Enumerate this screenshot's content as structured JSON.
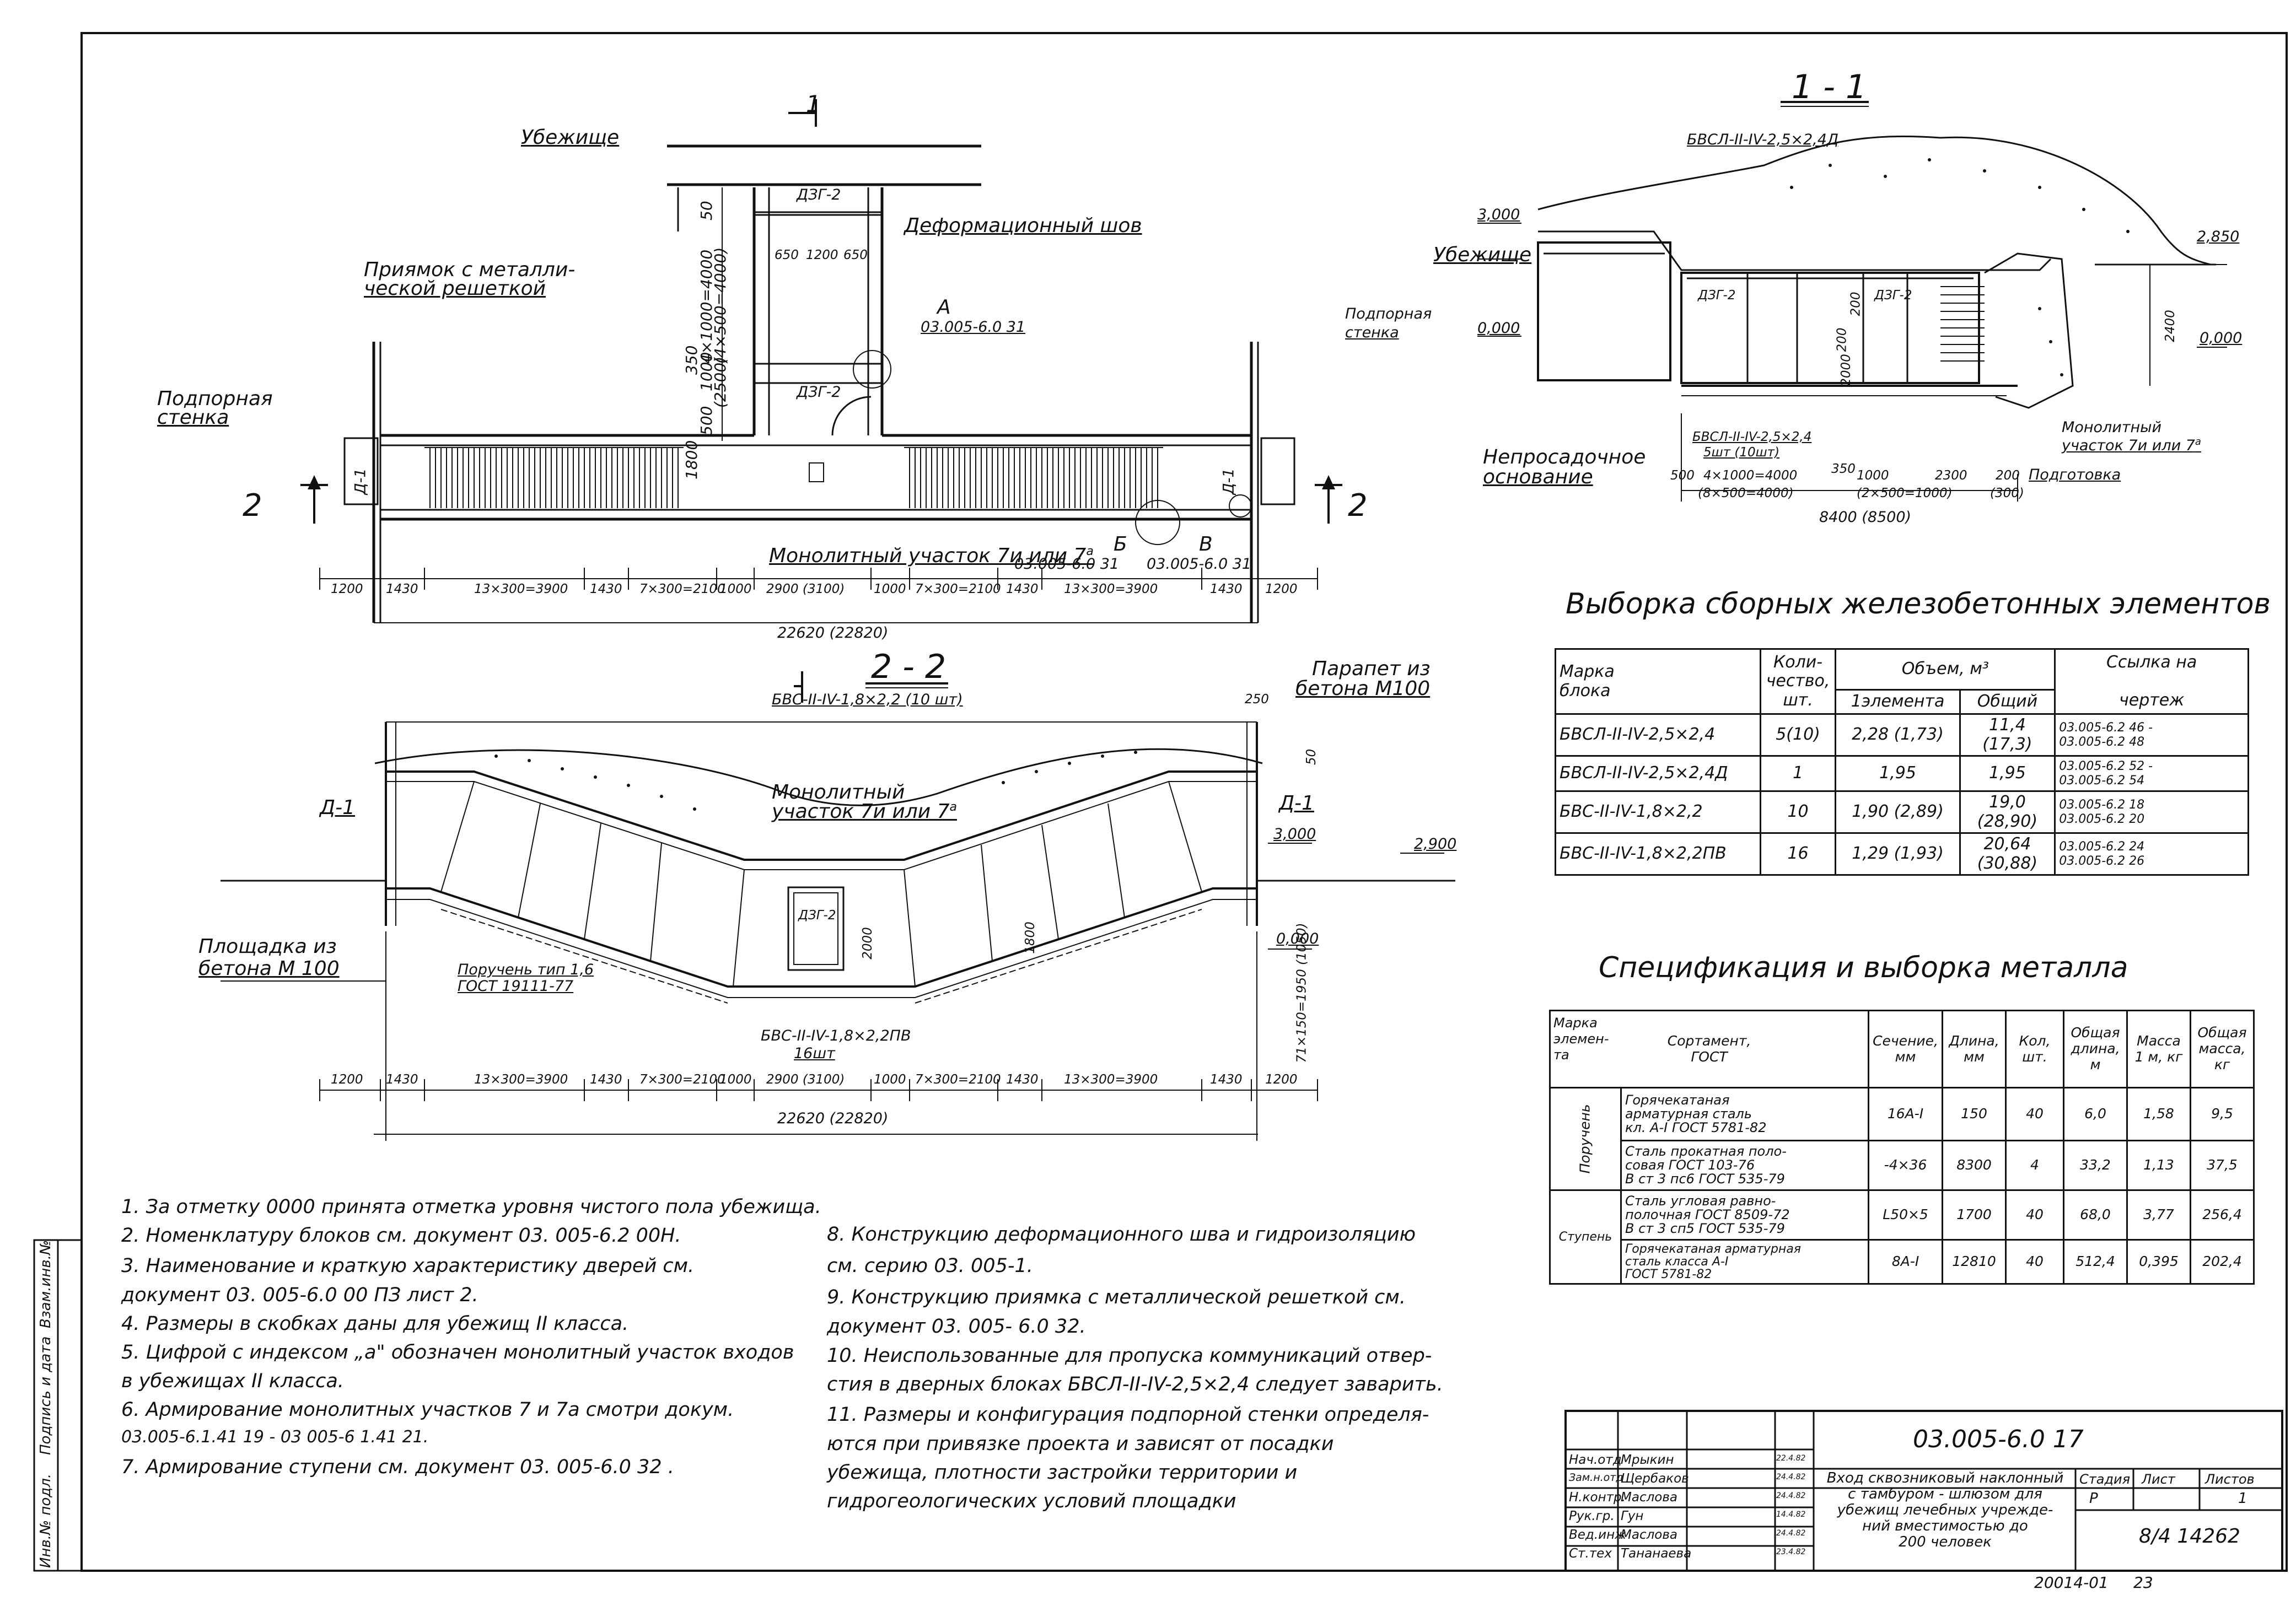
{
  "plan": {
    "section_mark": "1",
    "shelter": "Убежище",
    "pit_label_1": "Приямок с металли-",
    "pit_label_2": "ческой решеткой",
    "retaining_left_1": "Подпорная",
    "retaining_left_2": "стенка",
    "retaining_right_1": "Подпорная",
    "retaining_right_2": "стенка",
    "deform_joint": "Деформационный шов",
    "callout_a_letter": "А",
    "callout_a_ref": "03.005-6.0 31",
    "door_1": "ДЗГ-2",
    "door_2": "ДЗГ-2",
    "d1_left": "Д-1",
    "d1_right": "Д-1",
    "monolith": "Монолитный участок 7и или 7",
    "monolith_sup": "а",
    "callout_b_letter": "Б",
    "callout_b_ref": "03.005-6.0 31",
    "callout_v_letter": "В",
    "callout_v_ref": "03.005-6.0 31",
    "cut_left": "2",
    "cut_right": "2",
    "dim_vert_1": "4×1000=4000",
    "dim_vert_2": "(4×500=4000)",
    "dim_vert_50": "50",
    "dim_vert_350": "350",
    "dim_vert_1000": "1000",
    "dim_vert_2500": "(2500)",
    "dim_vert_500": "500",
    "dim_vert_1800": "1800",
    "dim_650": "650",
    "dim_1200": "1200",
    "dim_650b": "650",
    "dims": [
      "1200",
      "1430",
      "13×300=3900",
      "1430",
      "7×300=2100",
      "1000",
      "2900 (3100)",
      "1000",
      "7×300=2100",
      "1430",
      "13×300=3900",
      "1430",
      "1200"
    ],
    "total": "22620 (22820)"
  },
  "section11": {
    "title": "1 - 1",
    "block_top": "БВСЛ-II-IV-2,5×2,4Д",
    "lvl_3000": "3,000",
    "shelter": "Убежище",
    "lvl_0000": "0,000",
    "lvl_2850": "2,850",
    "lvl_0000r": "0,000",
    "dim_2400": "2400",
    "door_1": "ДЗГ-2",
    "door_2": "ДЗГ-2",
    "dim_200": "200",
    "dim_2000": "2000",
    "dim_200b": "200",
    "block_bottom_1": "БВСЛ-II-IV-2,5×2,4",
    "block_bottom_2": "5шт (10шт)",
    "nonsettle_1": "Непросадочное",
    "nonsettle_2": "основание",
    "monolith_1": "Монолитный",
    "monolith_2": "участок 7и или 7",
    "monolith_sup": "а",
    "prep": "Подготовка",
    "dim_500": "500",
    "dim_4x1000": "4×1000=4000",
    "dim_8x500": "(8×500=4000)",
    "dim_350": "350",
    "dim_1000": "1000",
    "dim_2x500": "(2×500=1000)",
    "dim_2300": "2300",
    "dim_200c": "200",
    "dim_300": "(300)",
    "total": "8400 (8500)"
  },
  "section22": {
    "title": "2 - 2",
    "block_top": "БВС-II-IV-1,8×2,2 (10 шт)",
    "parapet_1": "Парапет из",
    "parapet_2": "бетона М100",
    "dim_250": "250",
    "dim_50": "50",
    "monolith_1": "Монолитный",
    "monolith_2": "участок 7и или 7",
    "monolith_sup": "а",
    "d1_left": "Д-1",
    "d1_right": "Д-1",
    "lvl_3000": "3,000",
    "lvl_2900": "2,900",
    "lvl_0000": "0,000",
    "platform_1": "Площадка из",
    "platform_2": "бетона М 100",
    "handrail_1": "Поручень тип 1,6",
    "handrail_2": "ГОСТ 19111-77",
    "door": "ДЗГ-2",
    "dim_2000": "2000",
    "dim_1800": "1800",
    "dim_right_v": "71×150=1950 (1050)",
    "block_bottom_1": "БВС-II-IV-1,8×2,2ПВ",
    "block_bottom_2": "16шт",
    "dims": [
      "1200",
      "1430",
      "13×300=3900",
      "1430",
      "7×300=2100",
      "1000",
      "2900 (3100)",
      "1000",
      "7×300=2100",
      "1430",
      "13×300=3900",
      "1430",
      "1200"
    ],
    "total": "22620 (22820)"
  },
  "table1": {
    "title": "Выборка   сборных   железобетонных   элементов",
    "headers": {
      "mark_1": "Марка",
      "mark_2": "блока",
      "qty_1": "Коли-",
      "qty_2": "чество,",
      "qty_3": "шт.",
      "volume": "Объем, м³",
      "vol_one": "1элемента",
      "vol_total": "Общий",
      "ref_1": "Ссылка  на",
      "ref_2": "чертеж"
    },
    "rows": [
      {
        "mark": "БВСЛ-II-IV-2,5×2,4",
        "qty": "5(10)",
        "one": "2,28 (1,73)",
        "total": "11,4 (17,3)",
        "ref1": "03.005-6.2  46 -",
        "ref2": "03.005-6.2  48"
      },
      {
        "mark": "БВСЛ-II-IV-2,5×2,4Д",
        "qty": "1",
        "one": "1,95",
        "total": "1,95",
        "ref1": "03.005-6.2  52 -",
        "ref2": "03.005-6.2  54"
      },
      {
        "mark": "БВС-II-IV-1,8×2,2",
        "qty": "10",
        "one": "1,90 (2,89)",
        "total": "19,0 (28,90)",
        "ref1": "03.005-6.2  18",
        "ref2": "03.005-6.2  20"
      },
      {
        "mark": "БВС-II-IV-1,8×2,2ПВ",
        "qty": "16",
        "one": "1,29 (1,93)",
        "total": "20,64 (30,88)",
        "ref1": "03.005-6.2  24",
        "ref2": "03.005-6.2  26"
      }
    ]
  },
  "table2": {
    "title": "Спецификация   и   выборка   металла",
    "headers": {
      "mark": "Марка элемен- та",
      "assort_1": "Сортамент,",
      "assort_2": "ГОСТ",
      "section": "Сечение, мм",
      "length": "Длина, мм",
      "qty": "Кол, шт.",
      "totlen": "Общая длина, м",
      "mass1": "Масса 1 м, кг",
      "masst": "Общая масса, кг"
    },
    "group1": "Поручень",
    "group2": "Ступень",
    "rows": [
      {
        "assort1": "Горячекатаная",
        "assort2": "арматурная  сталь",
        "assort3": "кл. А-I  ГОСТ 5781-82",
        "section": "16А-I",
        "length": "150",
        "qty": "40",
        "totlen": "6,0",
        "mass1": "1,58",
        "masst": "9,5"
      },
      {
        "assort1": "Сталь прокатная поло-",
        "assort2": "совая  ГОСТ 103-76",
        "assort3": "В ст 3 пс6  ГОСТ 535-79",
        "section": "-4×36",
        "length": "8300",
        "qty": "4",
        "totlen": "33,2",
        "mass1": "1,13",
        "masst": "37,5"
      },
      {
        "assort1": "Сталь угловая равно-",
        "assort2": "полочная ГОСТ 8509-72",
        "assort3": "В ст 3 сп5  ГОСТ 535-79",
        "section": "L50×5",
        "length": "1700",
        "qty": "40",
        "totlen": "68,0",
        "mass1": "3,77",
        "masst": "256,4"
      },
      {
        "assort1": "Горячекатаная арматурная",
        "assort2": "сталь  класса А-I",
        "assort3": "ГОСТ 5781-82",
        "section": "8А-I",
        "length": "12810",
        "qty": "40",
        "totlen": "512,4",
        "mass1": "0,395",
        "masst": "202,4"
      }
    ]
  },
  "notes_left": [
    "1.  За отметку 0000 принята  отметка уровня чистого пола убежища.",
    "2.  Номенклатуру           блоков  см.  документ   03. 005-6.2  00Н.",
    "3.  Наименование и краткую характеристику дверей  см.",
    "      документ       03. 005-6.0   00  ПЗ  лист 2.",
    "4.  Размеры  в скобках  даны  для  убежищ  II класса.",
    "5.  Цифрой  с индексом „а\"  обозначен  монолитный  участок  входов",
    "      в  убежищах  II  класса.",
    "6.  Армирование  монолитных  участков  7 и 7а  смотри  докум.",
    "      03.005-6.1.41 19 - 03 005-6 1.41  21.",
    "7.  Армирование  ступени  см.  документ     03. 005-6.0  32 ."
  ],
  "notes_right": [
    "8.  Конструкцию  деформационного  шва  и  гидроизоляцию",
    "      см.  серию  03. 005-1.",
    "9.  Конструкцию  приямка  с металлической решеткой   см.",
    "      документ      03. 005- 6.0  32.",
    "10. Неиспользованные  для  пропуска  коммуникаций  отвер-",
    "      стия  в дверных  блоках  БВСЛ-II-IV-2,5×2,4  следует  заварить.",
    "11. Размеры  и  конфигурация   подпорной  стенки  определя-",
    "      ются  при  привязке  проекта    и  зависят  от  посадки",
    "      убежища,  плотности  застройки  территории    и",
    "      гидрогеологических  условий    площадки"
  ],
  "stamp": {
    "code": "03.005-6.0  17",
    "title_1": "Вход сквозниковый наклонный",
    "title_2": "с тамбуром - шлюзом  для",
    "title_3": "убежищ лечебных  учрежде-",
    "title_4": "ний  вместимостью  до",
    "title_5": "200  человек",
    "stage_h": "Стадия",
    "sheet_h": "Лист",
    "sheets_h": "Листов",
    "stage": "Р",
    "sheets": "1",
    "number": "8/4  14262",
    "people": [
      {
        "role": "Нач.отд",
        "name": "Мрыкин",
        "date": "22.4.82"
      },
      {
        "role": "Зам.н.отд",
        "name": "Щербаков",
        "date": "24.4.82"
      },
      {
        "role": "Н.контр.",
        "name": "Маслова",
        "date": "24.4.82"
      },
      {
        "role": "Рук.гр.",
        "name": "Гун",
        "date": "14.4.82"
      },
      {
        "role": "Вед.инж",
        "name": "Маслова",
        "date": "24.4.82"
      },
      {
        "role": "Ст.тех",
        "name": "Тананаева",
        "date": "23.4.82"
      }
    ],
    "bottom_code": "20014-01",
    "bottom_page": "23"
  },
  "side_strip": [
    "Инв.№ подл.",
    "Подпись и дата",
    "Взам.инв.№"
  ]
}
